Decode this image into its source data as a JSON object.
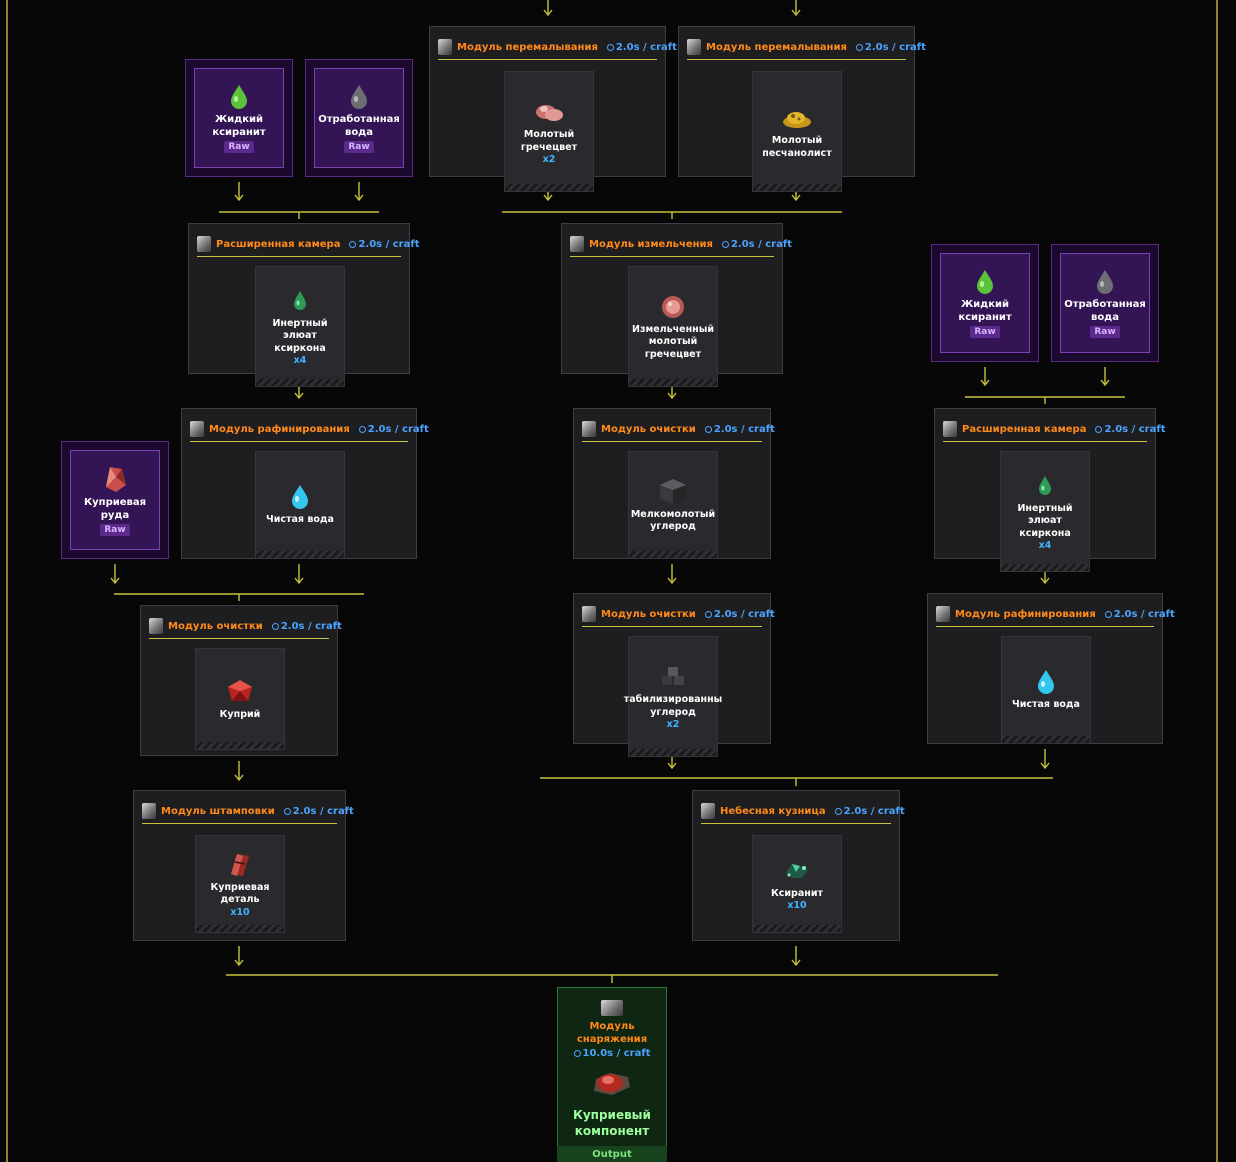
{
  "time_unit": "craft",
  "colors": {
    "edge": "#c9c23f",
    "machine": "#ff8a1a",
    "time": "#4aa3ff",
    "raw_bg": "#331454",
    "output_bg": "#0f2612"
  },
  "raw": {
    "raw_cupr_ore": {
      "name": "Куприевая руда",
      "badge": "Raw",
      "icon": "red-crystal-icon"
    },
    "raw_xsir_1": {
      "name": "Жидкий ксиранит",
      "badge": "Raw",
      "icon": "green-drop-icon"
    },
    "raw_water_1": {
      "name": "Отработанная вода",
      "badge": "Raw",
      "icon": "grey-drop-icon"
    },
    "raw_xsir_2": {
      "name": "Жидкий ксиранит",
      "badge": "Raw",
      "icon": "green-drop-icon"
    },
    "raw_water_2": {
      "name": "Отработанная вода",
      "badge": "Raw",
      "icon": "grey-drop-icon"
    }
  },
  "processes": {
    "grind1": {
      "machine": "Модуль перемалывания",
      "time": "2.0s / craft",
      "product": "Молотый гречецвет",
      "qty": "x2",
      "icon": "buckwheat-icon"
    },
    "grind2": {
      "machine": "Модуль перемалывания",
      "time": "2.0s / craft",
      "product": "Молотый песчанолист",
      "qty": "",
      "icon": "sand-leaf-icon"
    },
    "chamber1": {
      "machine": "Расширенная камера",
      "time": "2.0s / craft",
      "product": "Инертный элюат ксиркона",
      "qty": "x4",
      "icon": "small-green-drop-icon"
    },
    "crush": {
      "machine": "Модуль измельчения",
      "time": "2.0s / craft",
      "product": "Измельченный молотый гречецвет",
      "qty": "",
      "icon": "crushed-buckwheat-icon"
    },
    "refine1": {
      "machine": "Модуль рафинирования",
      "time": "2.0s / craft",
      "product": "Чистая вода",
      "qty": "",
      "icon": "blue-drop-icon"
    },
    "clean1": {
      "machine": "Модуль очистки",
      "time": "2.0s / craft",
      "product": "Мелкомолотый углерод",
      "qty": "",
      "icon": "carbon-cube-icon"
    },
    "chamber2": {
      "machine": "Расширенная камера",
      "time": "2.0s / craft",
      "product": "Инертный элюат ксиркона",
      "qty": "x4",
      "icon": "small-green-drop-icon"
    },
    "clean_cupr": {
      "machine": "Модуль очистки",
      "time": "2.0s / craft",
      "product": "Куприй",
      "qty": "",
      "icon": "red-gem-icon"
    },
    "clean2": {
      "machine": "Модуль очистки",
      "time": "2.0s / craft",
      "product": "табилизированны углерод",
      "qty": "x2",
      "icon": "carbon-stack-icon"
    },
    "refine2": {
      "machine": "Модуль рафинирования",
      "time": "2.0s / craft",
      "product": "Чистая вода",
      "qty": "",
      "icon": "blue-drop-icon"
    },
    "stamp": {
      "machine": "Модуль штамповки",
      "time": "2.0s / craft",
      "product": "Куприевая деталь",
      "qty": "x10",
      "icon": "red-part-icon"
    },
    "forge": {
      "machine": "Небесная кузница",
      "time": "2.0s / craft",
      "product": "Ксиранит",
      "qty": "x10",
      "icon": "green-crystal-icon"
    }
  },
  "output": {
    "machine": "Модуль снаряжения",
    "time": "10.0s / craft",
    "product": "Куприевый компонент",
    "badge": "Output",
    "icon": "cupr-component-icon"
  }
}
